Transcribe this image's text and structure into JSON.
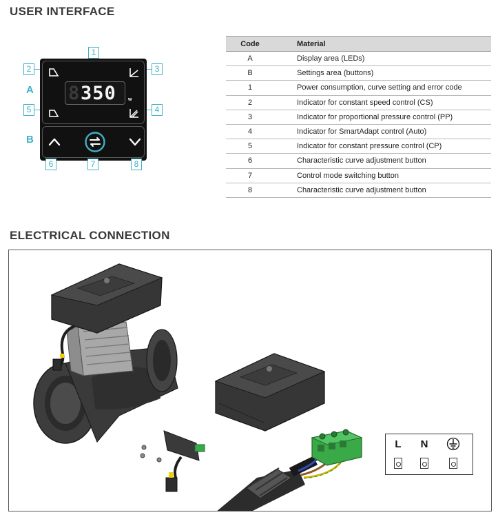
{
  "headings": {
    "user_interface": "USER INTERFACE",
    "electrical_connection": "ELECTRICAL CONNECTION"
  },
  "ui_diagram": {
    "callouts": [
      "1",
      "2",
      "3",
      "4",
      "5",
      "6",
      "7",
      "8"
    ],
    "row_labels": {
      "display": "A",
      "settings": "B"
    },
    "display_value": "350",
    "unit": "w",
    "accent_color": "#3fb2c6",
    "icons": {
      "indicator_2": "constant-speed-curve-icon",
      "indicator_3": "proportional-pressure-icon",
      "indicator_4": "smartadapt-icon",
      "indicator_5": "constant-pressure-icon",
      "button_6": "chevron-up-icon",
      "button_7": "mode-switch-icon",
      "button_8": "chevron-down-icon"
    }
  },
  "table": {
    "headers": {
      "code": "Code",
      "material": "Material"
    },
    "rows": [
      {
        "code": "A",
        "material": "Display area (LEDs)"
      },
      {
        "code": "B",
        "material": "Settings area (buttons)"
      },
      {
        "code": "1",
        "material": "Power consumption, curve setting and error code"
      },
      {
        "code": "2",
        "material": "Indicator for constant speed control (CS)"
      },
      {
        "code": "3",
        "material": "Indicator for proportional pressure control (PP)"
      },
      {
        "code": "4",
        "material": "Indicator for SmartAdapt control (Auto)"
      },
      {
        "code": "5",
        "material": "Indicator for constant pressure control (CP)"
      },
      {
        "code": "6",
        "material": "Characteristic curve adjustment button"
      },
      {
        "code": "7",
        "material": "Control mode switching button"
      },
      {
        "code": "8",
        "material": "Characteristic curve adjustment button"
      }
    ]
  },
  "electrical": {
    "terminals": [
      "L",
      "N"
    ],
    "ground_icon": "earth-ground-icon",
    "connector_color": "#3aa948"
  }
}
